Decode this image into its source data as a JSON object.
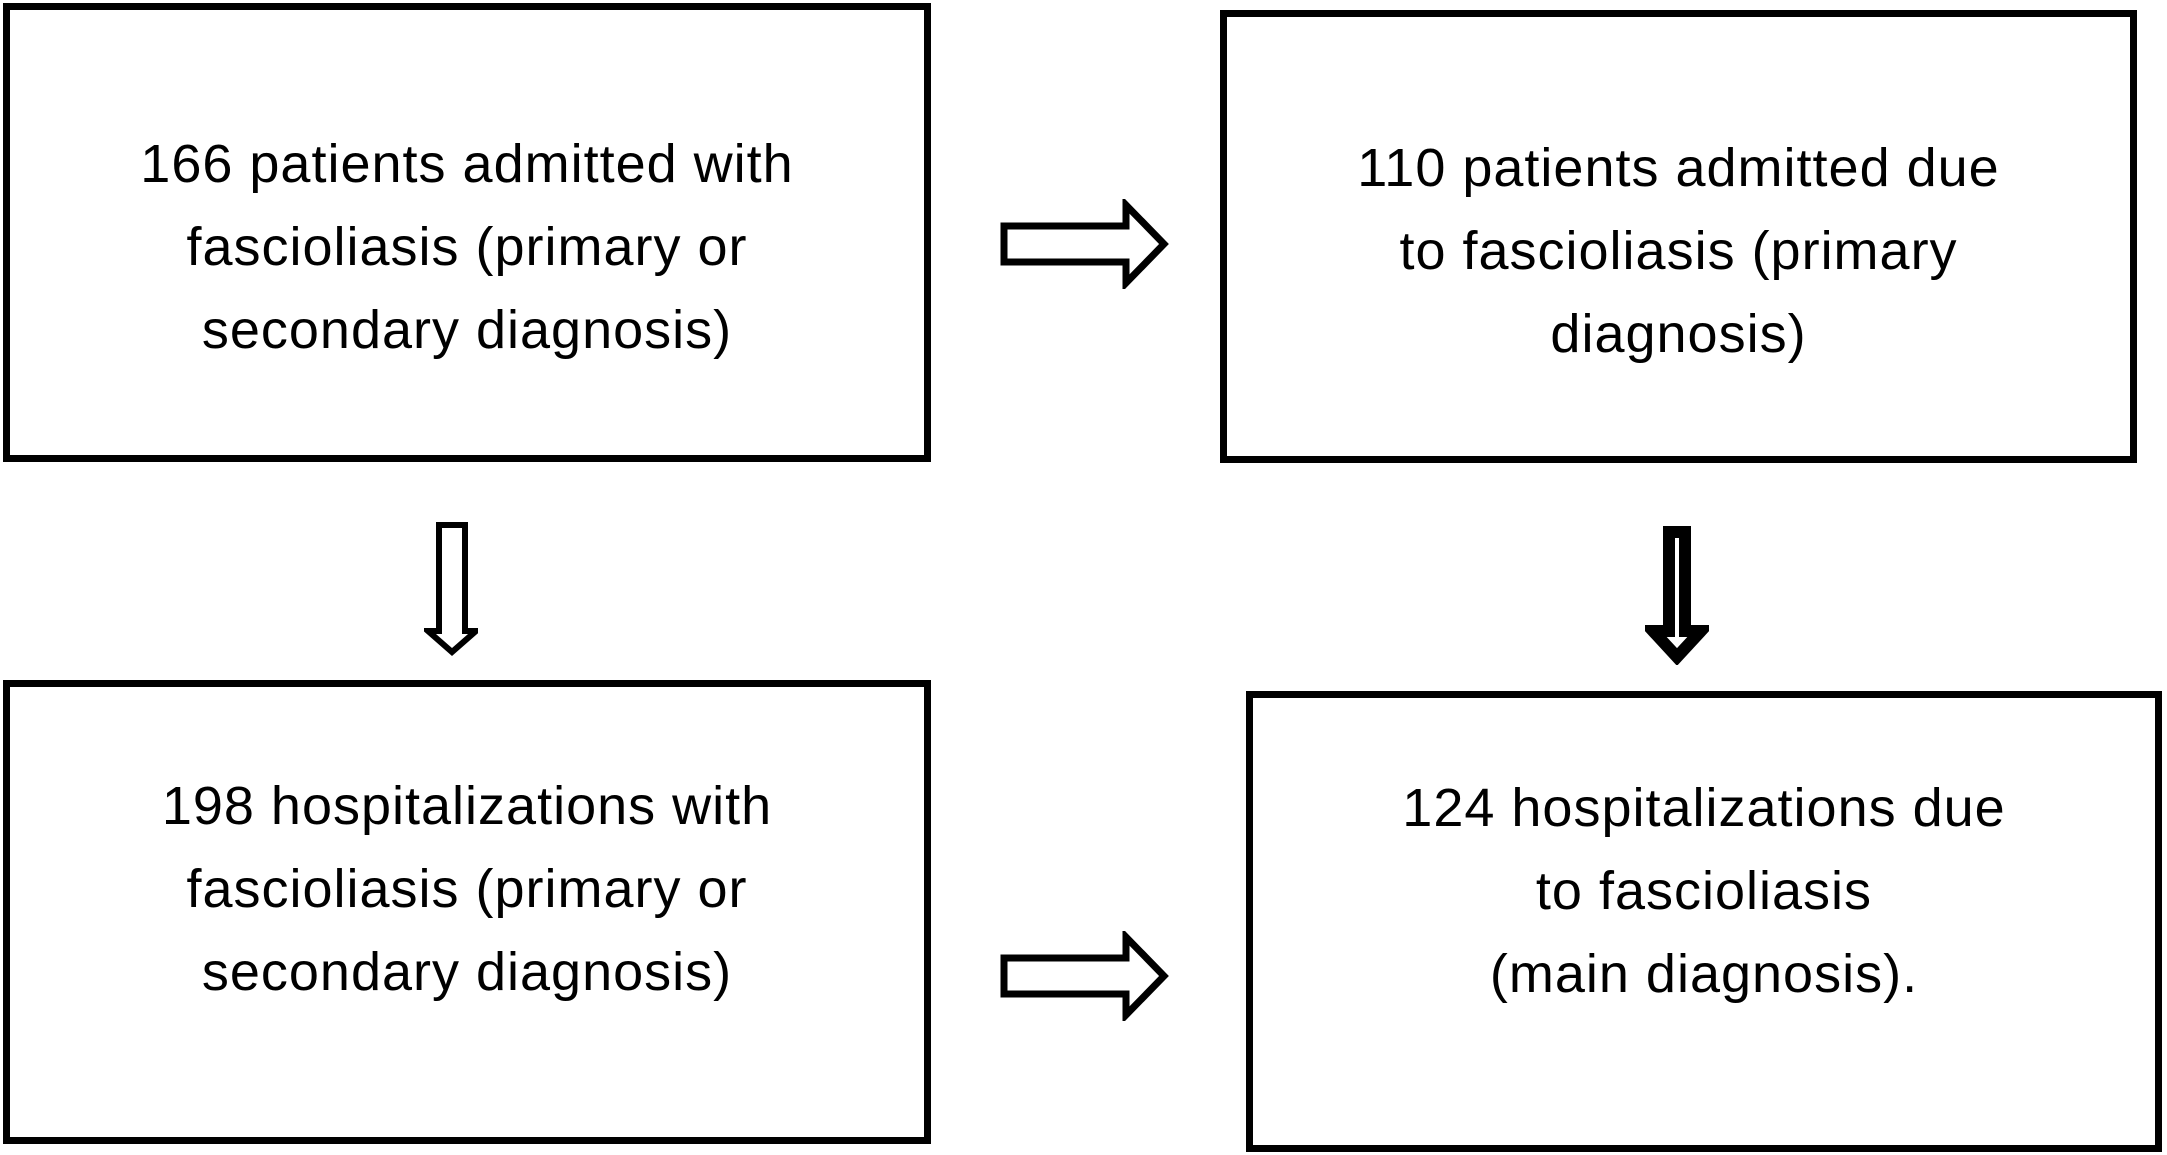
{
  "figure": {
    "type": "flowchart",
    "background_color": "#ffffff",
    "line_color": "#000000",
    "text_color": "#000000",
    "boxes": [
      {
        "id": "patients-all-diagnoses",
        "lines": [
          "166 patients admitted with",
          "fascioliasis (primary or",
          "secondary diagnosis)"
        ]
      },
      {
        "id": "patients-primary-diagnosis",
        "lines": [
          "110 patients admitted due",
          "to fascioliasis (primary",
          "diagnosis)"
        ]
      },
      {
        "id": "hospitalizations-all-diagnoses",
        "lines": [
          "198 hospitalizations with",
          "fascioliasis (primary or",
          "secondary diagnosis)"
        ]
      },
      {
        "id": "hospitalizations-primary-diagnosis",
        "lines": [
          "124 hospitalizations due",
          "to fascioliasis",
          "(main diagnosis)."
        ]
      }
    ],
    "arrows": [
      {
        "id": "arrow-top-horizontal",
        "direction": "right",
        "weight": "normal",
        "from": "patients-all-diagnoses",
        "to": "patients-primary-diagnosis"
      },
      {
        "id": "arrow-left-vertical",
        "direction": "down",
        "weight": "normal",
        "from": "patients-all-diagnoses",
        "to": "hospitalizations-all-diagnoses"
      },
      {
        "id": "arrow-right-vertical",
        "direction": "down",
        "weight": "bold",
        "from": "patients-primary-diagnosis",
        "to": "hospitalizations-primary-diagnosis"
      },
      {
        "id": "arrow-bottom-horizontal",
        "direction": "right",
        "weight": "normal",
        "from": "hospitalizations-all-diagnoses",
        "to": "hospitalizations-primary-diagnosis"
      }
    ]
  }
}
